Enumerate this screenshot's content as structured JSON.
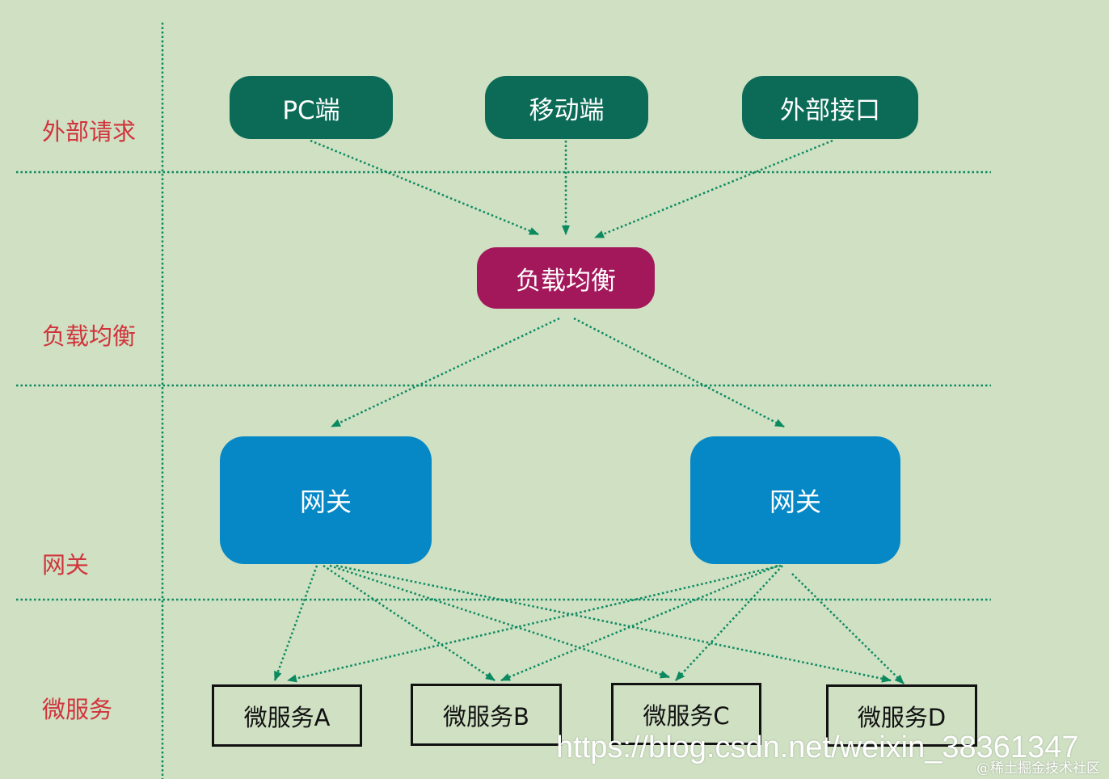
{
  "layers": [
    {
      "id": "external",
      "label": "外部请求"
    },
    {
      "id": "lb",
      "label": "负载均衡"
    },
    {
      "id": "gateway",
      "label": "网关"
    },
    {
      "id": "services",
      "label": "微服务"
    }
  ],
  "nodes": {
    "pc": {
      "label": "PC端"
    },
    "mobile": {
      "label": "移动端"
    },
    "external_api": {
      "label": "外部接口"
    },
    "load_balancer": {
      "label": "负载均衡"
    },
    "gateway_1": {
      "label": "网关"
    },
    "gateway_2": {
      "label": "网关"
    },
    "svc_a": {
      "label": "微服务A"
    },
    "svc_b": {
      "label": "微服务B"
    },
    "svc_c": {
      "label": "微服务C"
    },
    "svc_d": {
      "label": "微服务D"
    }
  },
  "edges": [
    {
      "from": "pc",
      "to": "load_balancer"
    },
    {
      "from": "mobile",
      "to": "load_balancer"
    },
    {
      "from": "external_api",
      "to": "load_balancer"
    },
    {
      "from": "load_balancer",
      "to": "gateway_1"
    },
    {
      "from": "load_balancer",
      "to": "gateway_2"
    },
    {
      "from": "gateway_1",
      "to": "svc_a"
    },
    {
      "from": "gateway_1",
      "to": "svc_b"
    },
    {
      "from": "gateway_1",
      "to": "svc_c"
    },
    {
      "from": "gateway_1",
      "to": "svc_d"
    },
    {
      "from": "gateway_2",
      "to": "svc_a"
    },
    {
      "from": "gateway_2",
      "to": "svc_b"
    },
    {
      "from": "gateway_2",
      "to": "svc_c"
    },
    {
      "from": "gateway_2",
      "to": "svc_d"
    }
  ],
  "colors": {
    "background": "#cfe0c3",
    "layer_label": "#d0343c",
    "client_node": "#0b6b57",
    "lb_node": "#a3185b",
    "gateway_node": "#0688c6",
    "connector": "#0b8a60"
  },
  "watermark": {
    "url": "https://blog.csdn.net/weixin_38361347",
    "brand": "@稀土掘金技术社区"
  }
}
